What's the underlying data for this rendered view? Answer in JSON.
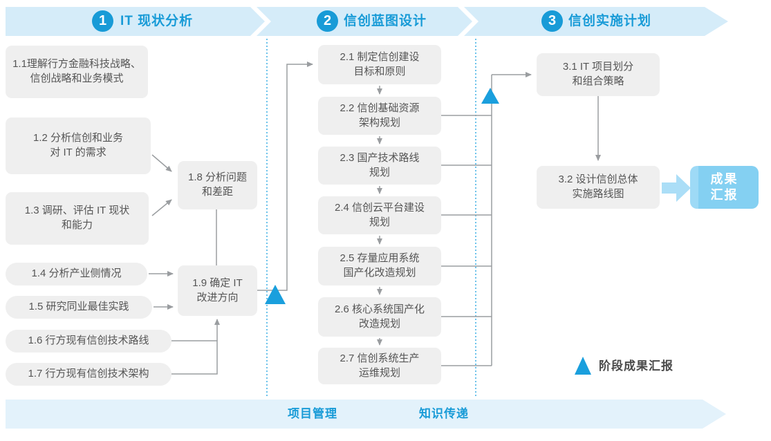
{
  "header": {
    "phases": [
      {
        "number": "1",
        "label": "IT 现状分析"
      },
      {
        "number": "2",
        "label": "信创蓝图设计"
      },
      {
        "number": "3",
        "label": "信创实施计划"
      }
    ]
  },
  "stage1": {
    "box_1_1": "1.1理解行方金融科技战略、\n信创战略和业务模式",
    "box_1_2": "1.2 分析信创和业务\n对 IT 的需求",
    "box_1_3": "1.3 调研、评估 IT 现状\n和能力",
    "box_1_4": "1.4 分析产业侧情况",
    "box_1_5": "1.5 研究同业最佳实践",
    "box_1_6": "1.6 行方现有信创技术路线",
    "box_1_7": "1.7 行方现有信创技术架构",
    "box_1_8": "1.8 分析问题\n和差距",
    "box_1_9": "1.9 确定 IT\n改进方向"
  },
  "stage2": {
    "box_2_1": "2.1 制定信创建设\n目标和原则",
    "box_2_2": "2.2 信创基础资源\n架构规划",
    "box_2_3": "2.3 国产技术路线\n规划",
    "box_2_4": "2.4 信创云平台建设\n规划",
    "box_2_5": "2.5 存量应用系统\n国产化改造规划",
    "box_2_6": "2.6 核心系统国产化\n改造规划",
    "box_2_7": "2.7 信创系统生产\n运维规划"
  },
  "stage3": {
    "box_3_1": "3.1 IT 项目划分\n和组合策略",
    "box_3_2": "3.2 设计信创总体\n实施路线图",
    "result": "成果\n汇报"
  },
  "legend": {
    "label": "阶段成果汇报"
  },
  "footer": {
    "left": "项目管理",
    "right": "知识传递"
  },
  "colors": {
    "accent_blue": "#189bd7",
    "band_blue": "#d5ecf9",
    "footer_band_blue": "#e3f2fb",
    "box_gray": "#efefef",
    "line_gray": "#9a9da0",
    "triangle_blue": "#1a9fdd",
    "result_blue": "#84d0f2",
    "dotted_line_blue": "#2aa7e0"
  }
}
